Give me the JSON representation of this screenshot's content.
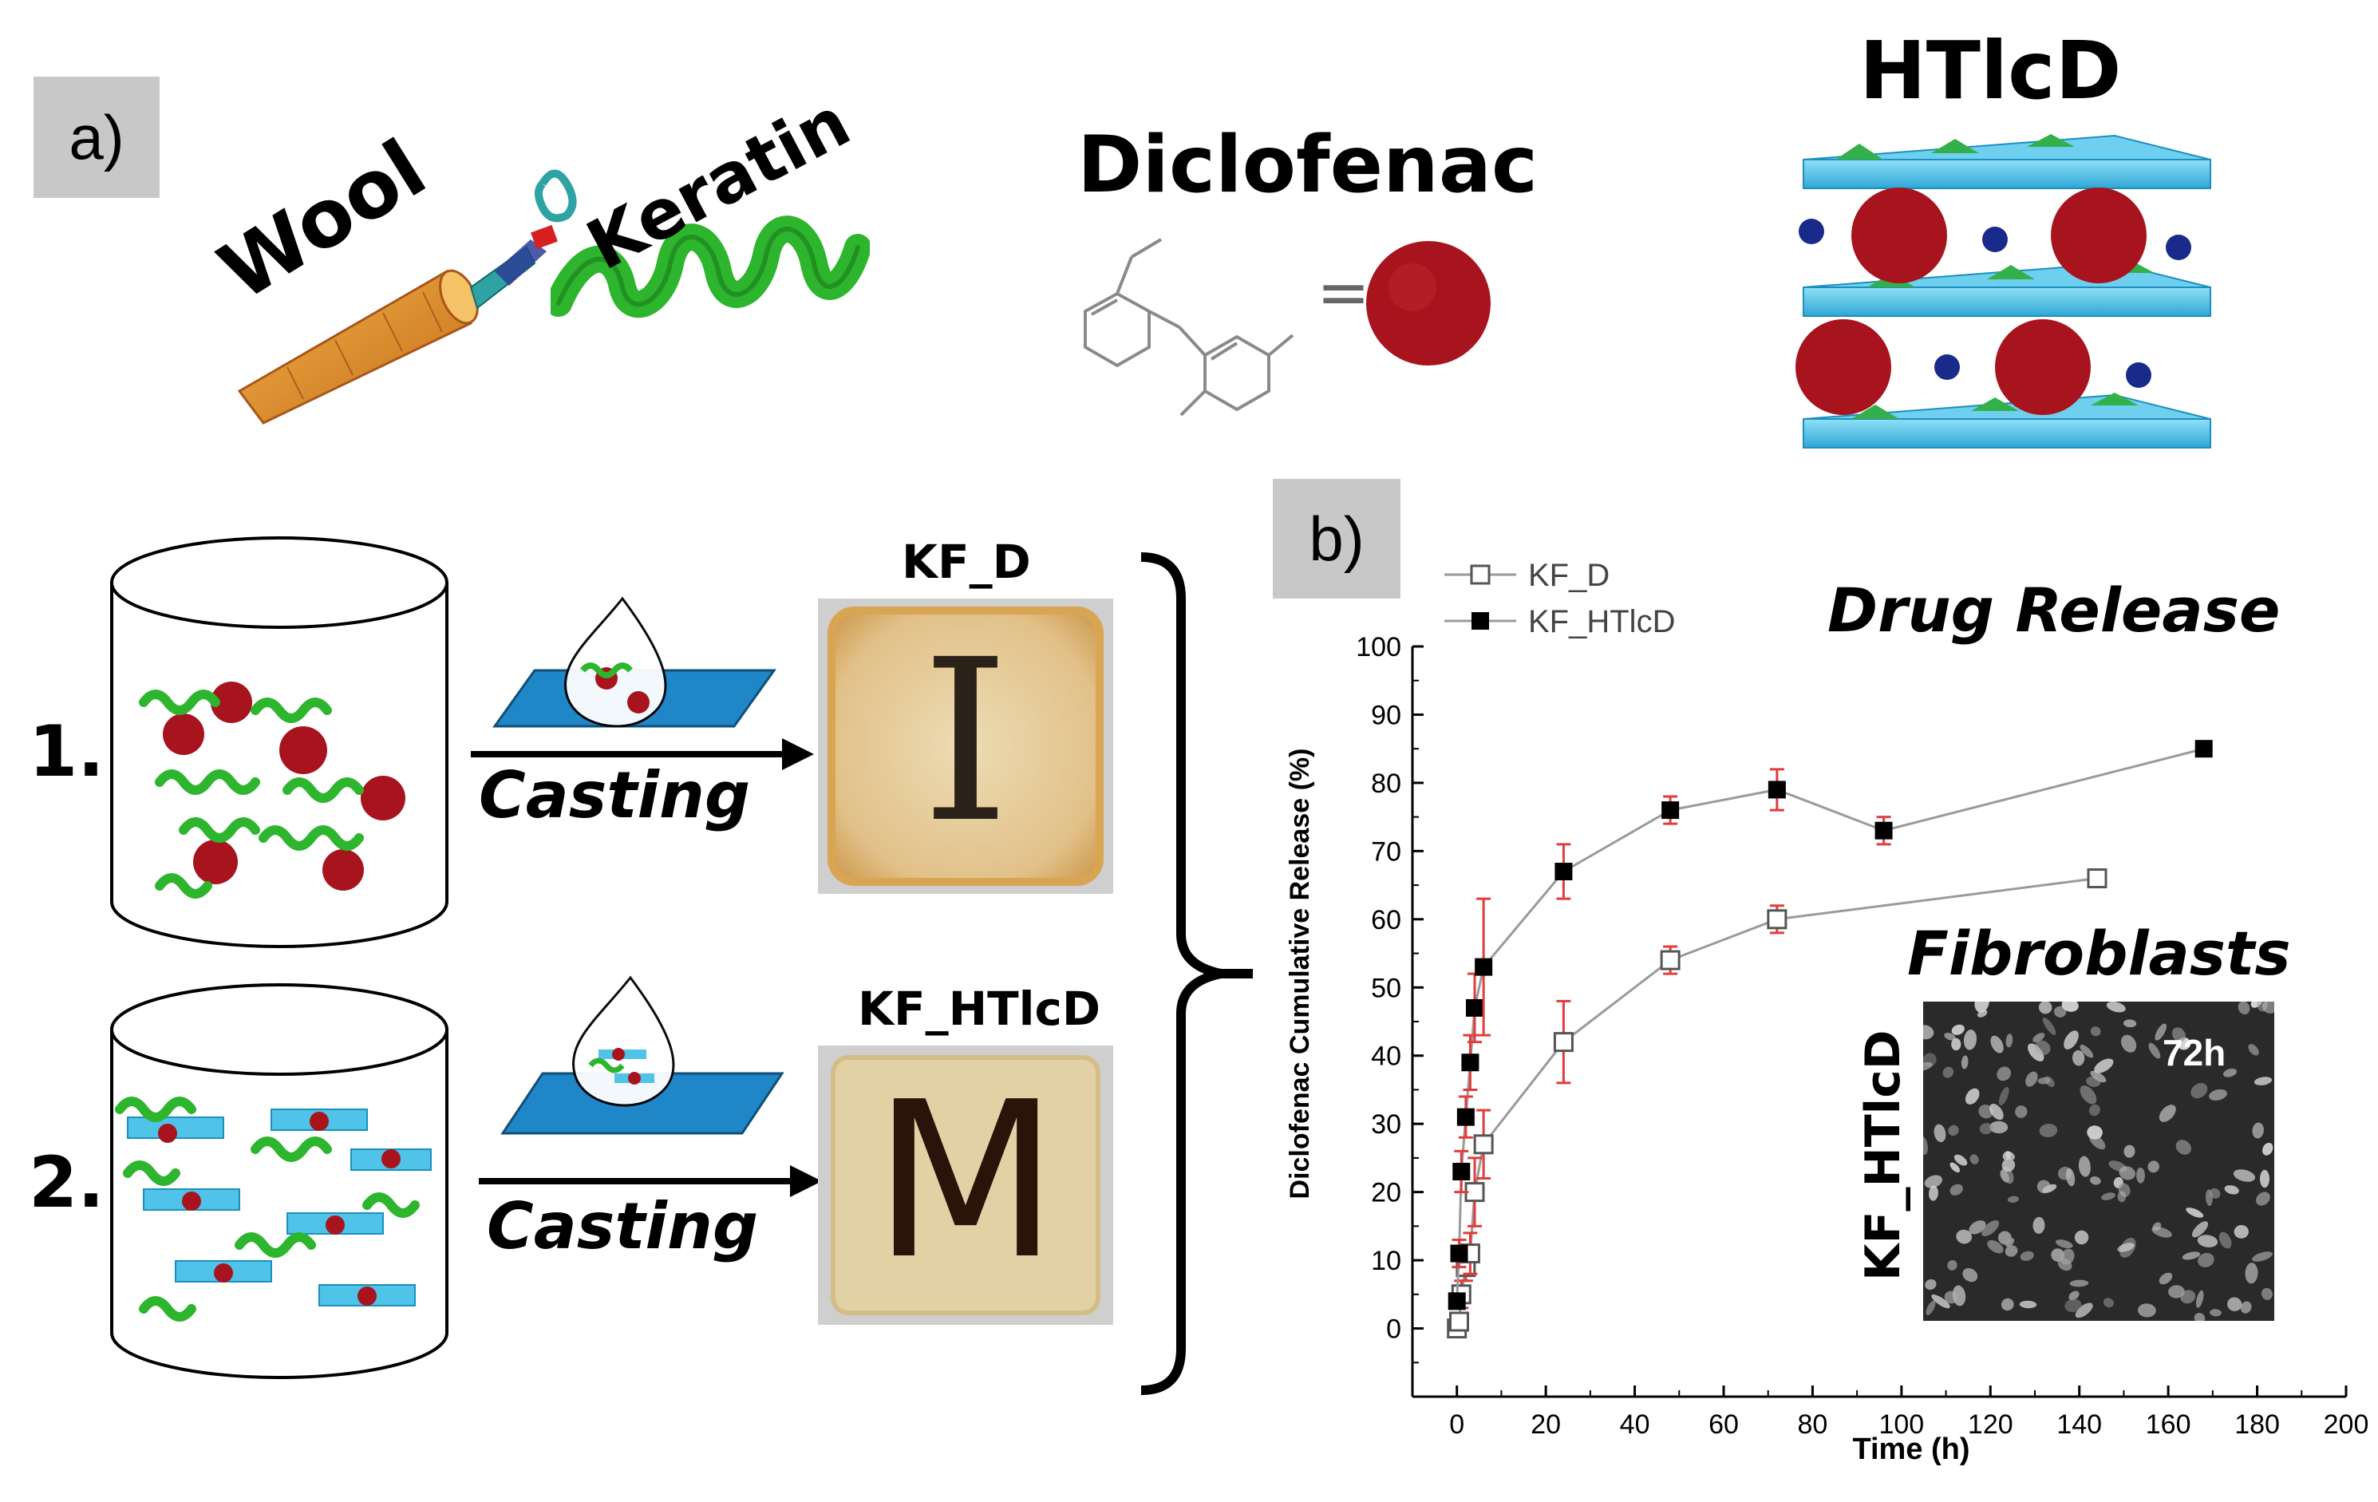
{
  "panel_a": {
    "label": "a)",
    "wool": "Wool",
    "keratin": "Keratin",
    "diclofenac": "Diclofenac",
    "equals": "=",
    "htlcd": "HTlcD"
  },
  "process": {
    "step1": "1.",
    "step2": "2.",
    "casting": "Casting",
    "film1_label": "KF_D",
    "film1_letter": "I",
    "film2_label": "KF_HTlcD",
    "film2_letter": "M"
  },
  "panel_b": {
    "label": "b)",
    "title": "Drug Release",
    "inset_title": "Fibroblasts",
    "inset_side_label": "KF_HTlcD",
    "inset_time": "72h"
  },
  "chart_data": {
    "type": "scatter",
    "title": "Drug Release",
    "xlabel": "Time (h)",
    "ylabel": "Diclofenac Cumulative Release (%)",
    "xlim": [
      -10,
      200
    ],
    "ylim": [
      -10,
      100
    ],
    "xticks": [
      0,
      20,
      40,
      60,
      80,
      100,
      120,
      140,
      160,
      180,
      200
    ],
    "yticks": [
      0,
      10,
      20,
      30,
      40,
      50,
      60,
      70,
      80,
      90,
      100
    ],
    "grid": false,
    "legend_position": "top-left",
    "series": [
      {
        "name": "KF_D",
        "marker": "open-square",
        "x": [
          0,
          0.5,
          1,
          2,
          3,
          4,
          6,
          24,
          48,
          72,
          144
        ],
        "y": [
          0,
          1,
          5,
          9,
          11,
          20,
          27,
          42,
          54,
          60,
          66
        ],
        "err": [
          1,
          1,
          2,
          2,
          3,
          5,
          5,
          6,
          2,
          2,
          1
        ]
      },
      {
        "name": "KF_HTlcD",
        "marker": "filled-square",
        "x": [
          0,
          0.5,
          1,
          2,
          3,
          4,
          6,
          24,
          48,
          72,
          96,
          168
        ],
        "y": [
          4,
          11,
          23,
          31,
          39,
          47,
          53,
          67,
          76,
          79,
          73,
          85
        ],
        "err": [
          1,
          2,
          3,
          3,
          4,
          5,
          10,
          4,
          2,
          3,
          2,
          1
        ]
      }
    ]
  },
  "colors": {
    "panel_label_bg": "#c8c8c8",
    "keratin_green": "#2db52d",
    "drug_red": "#a8141e",
    "hydrotalcite_cyan": "#4fc3e8",
    "substrate_blue": "#1f86c8",
    "film_tan": "#d9b47a",
    "error_bar_red": "#e23c3c",
    "line_gray": "#9a9a9a"
  }
}
